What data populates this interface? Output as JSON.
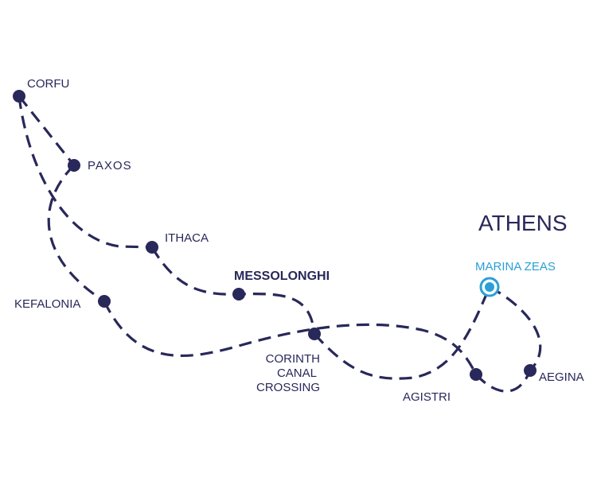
{
  "colors": {
    "route": "#28285a",
    "highlight": "#2a9fd6"
  },
  "region_label": "ATHENS",
  "stops": {
    "corfu": "CORFU",
    "paxos": "PAXOS",
    "ithaca": "ITHACA",
    "messolonghi": "MESSOLONGHI",
    "kefalonia": "KEFALONIA",
    "corinth": [
      "CORINTH",
      "CANAL",
      "CROSSING"
    ],
    "agistri": "AGISTRI",
    "aegina": "AEGINA",
    "marina_zeas": "MARINA ZEAS"
  }
}
